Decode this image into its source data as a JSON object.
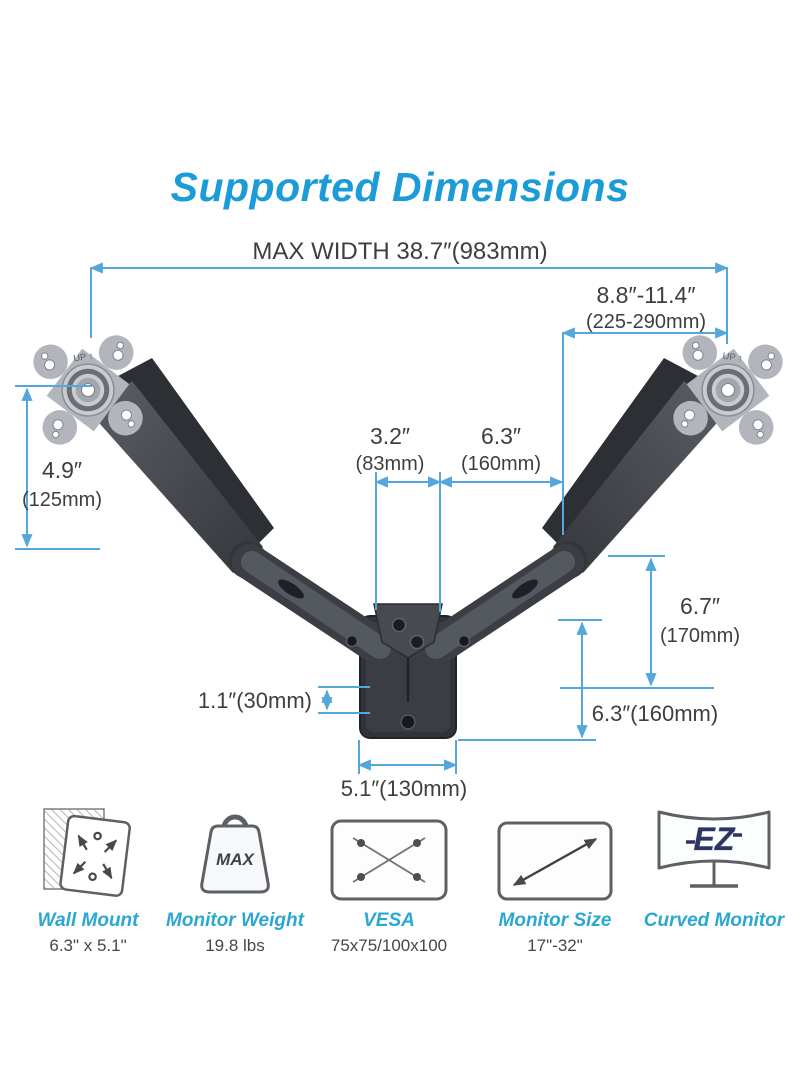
{
  "colors": {
    "title_blue": "#1b9cd8",
    "dimension_line_blue": "#54a7da",
    "feature_label_blue": "#2aa7d4",
    "dimension_text": "#3e3e3e",
    "product_dark_gray": "#3c3f45",
    "vesa_plate_silver": "#b2b6bc"
  },
  "title": "Supported Dimensions",
  "diagram": {
    "plate_marking": "UP ↑",
    "dims": {
      "max_width": "MAX WIDTH 38.7″(983mm)",
      "arm_extension": "8.8″-11.4″",
      "arm_extension_mm": "(225-290mm)",
      "vesa_plate_height": "4.9″",
      "vesa_plate_height_mm": "(125mm)",
      "wall_to_pivot": "3.2″",
      "wall_to_pivot_mm": "(83mm)",
      "pivot_span": "6.3″",
      "pivot_span_mm": "(160mm)",
      "arm_drop": "6.7″",
      "arm_drop_mm": "(170mm)",
      "plate_drop": "6.3″(160mm)",
      "plate_thickness": "1.1″(30mm)",
      "plate_width": "5.1″(130mm)"
    }
  },
  "features": [
    {
      "label": "Wall Mount",
      "value": "6.3\" x 5.1\""
    },
    {
      "label": "Monitor Weight",
      "value": "19.8 lbs",
      "icon_label": "MAX"
    },
    {
      "label": "VESA",
      "value": "75x75/100x100"
    },
    {
      "label": "Monitor Size",
      "value": "17\"-32\""
    },
    {
      "label": "Curved Monitor",
      "value": "",
      "icon_label": "EZ"
    }
  ]
}
